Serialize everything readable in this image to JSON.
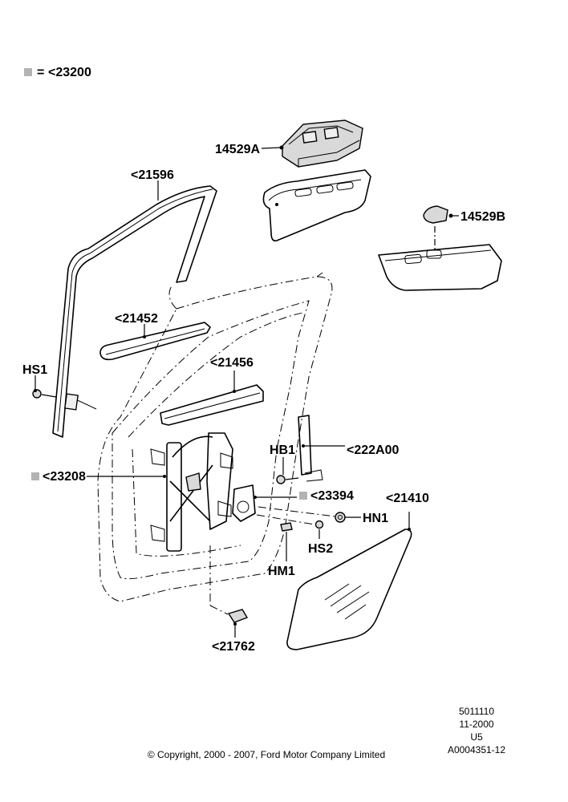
{
  "legend": {
    "equals": "=",
    "code": "<23200"
  },
  "labels": {
    "p14529A": "14529A",
    "p21596": "<21596",
    "p14529B": "14529B",
    "p21452": "<21452",
    "hs1": "HS1",
    "p21456": "<21456",
    "hb1": "HB1",
    "p222A00": "<222A00",
    "p23208": "<23208",
    "p23394": "<23394",
    "p21410": "<21410",
    "hn1": "HN1",
    "hs2": "HS2",
    "hm1": "HM1",
    "p21762": "<21762"
  },
  "footer": {
    "code": "5011110",
    "date": "11-2000",
    "variant": "U5",
    "ref": "A0004351-12",
    "copyright": "© Copyright, 2000 - 2007, Ford Motor Company Limited"
  }
}
